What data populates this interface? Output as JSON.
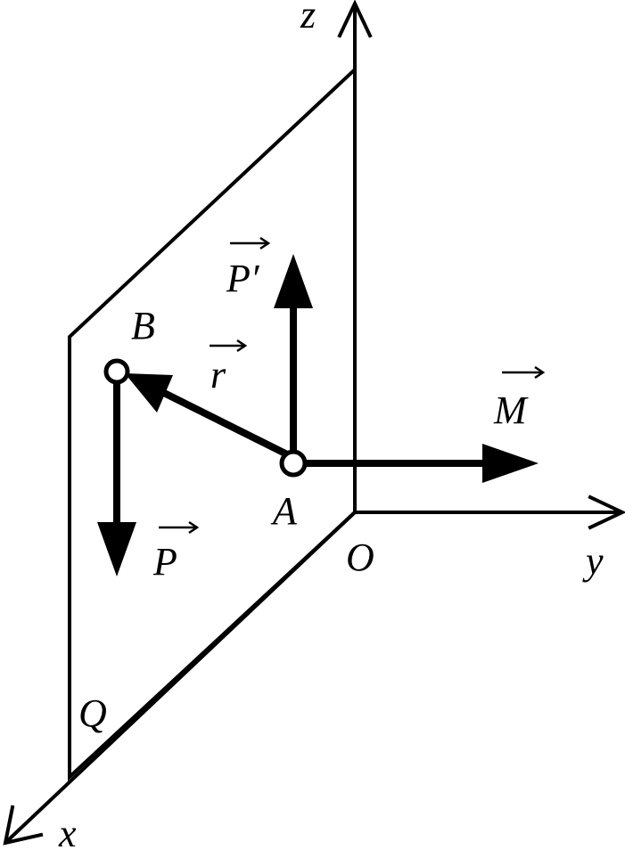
{
  "axes": {
    "x": "x",
    "y": "y",
    "z": "z",
    "origin": "O"
  },
  "plane_label": "Q",
  "points": {
    "a": "A",
    "b": "B"
  },
  "vectors": {
    "p": "P",
    "p_prime": "P′",
    "r": "r",
    "m": "M"
  }
}
